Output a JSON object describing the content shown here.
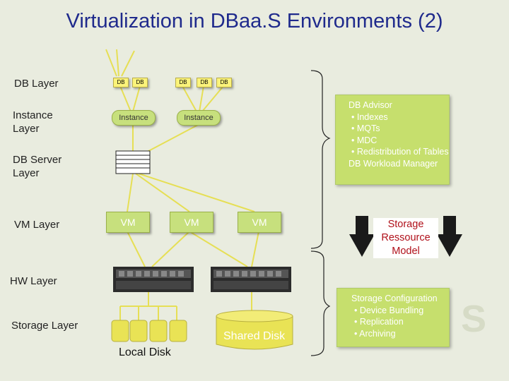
{
  "title": "Virtualization in DBaa.S Environments (2)",
  "layers": {
    "db": "DB Layer",
    "instance": "Instance Layer",
    "db_server": "DB Server Layer",
    "vm": "VM Layer",
    "hw": "HW Layer",
    "storage": "Storage Layer"
  },
  "db_boxes": [
    "DB",
    "DB",
    "DB",
    "DB",
    "DB"
  ],
  "instances": [
    "Instance",
    "Instance"
  ],
  "vms": [
    "VM",
    "VM",
    "VM"
  ],
  "advisor": {
    "heading": "DB Advisor",
    "items": [
      "Indexes",
      "MQTs",
      "MDC",
      "Redistribution of Tables"
    ],
    "footer": "DB Workload Manager"
  },
  "storage_model": "Storage Ressource Model",
  "storage_config": {
    "heading": "Storage Configuration",
    "items": [
      "Device Bundling",
      "Replication",
      "Archiving"
    ]
  },
  "local_disk": "Local Disk",
  "shared_disk": "Shared Disk",
  "colors": {
    "title": "#1f2a8c",
    "box": "#c7e07d",
    "accent": "#b0101a"
  }
}
